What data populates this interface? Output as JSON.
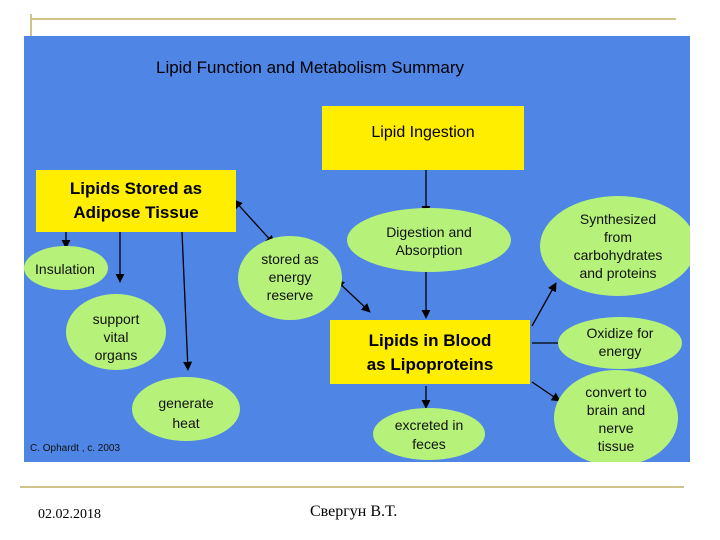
{
  "title": "Lipid  Function and  Metabolism Summary",
  "boxes": {
    "ingestion": "Lipid Ingestion",
    "stored": [
      "Lipids Stored as",
      "Adipose Tissue"
    ],
    "blood": [
      "Lipids in Blood",
      "as Lipoproteins"
    ]
  },
  "nodes": {
    "insulation": [
      "Insulation"
    ],
    "support": [
      "support",
      "vital",
      "organs"
    ],
    "heat": [
      "generate",
      "heat"
    ],
    "reserve": [
      "stored as",
      "energy",
      "reserve"
    ],
    "digestion": [
      "Digestion and",
      "Absorption"
    ],
    "synthesized": [
      "Synthesized",
      "from",
      "carbohydrates",
      "and proteins"
    ],
    "oxidize": [
      "Oxidize for",
      "energy"
    ],
    "convert": [
      "convert to",
      "brain and",
      "nerve",
      "tissue"
    ],
    "excreted": [
      "excreted in",
      "feces"
    ]
  },
  "credit": "C. Ophardt , c. 2003",
  "footer": {
    "date": "02.02.2018",
    "author": "Свергун В.Т."
  },
  "colors": {
    "background": "#4f86e6",
    "box": "#ffee00",
    "node": "#b6f27a",
    "rule": "#cfc28a"
  }
}
